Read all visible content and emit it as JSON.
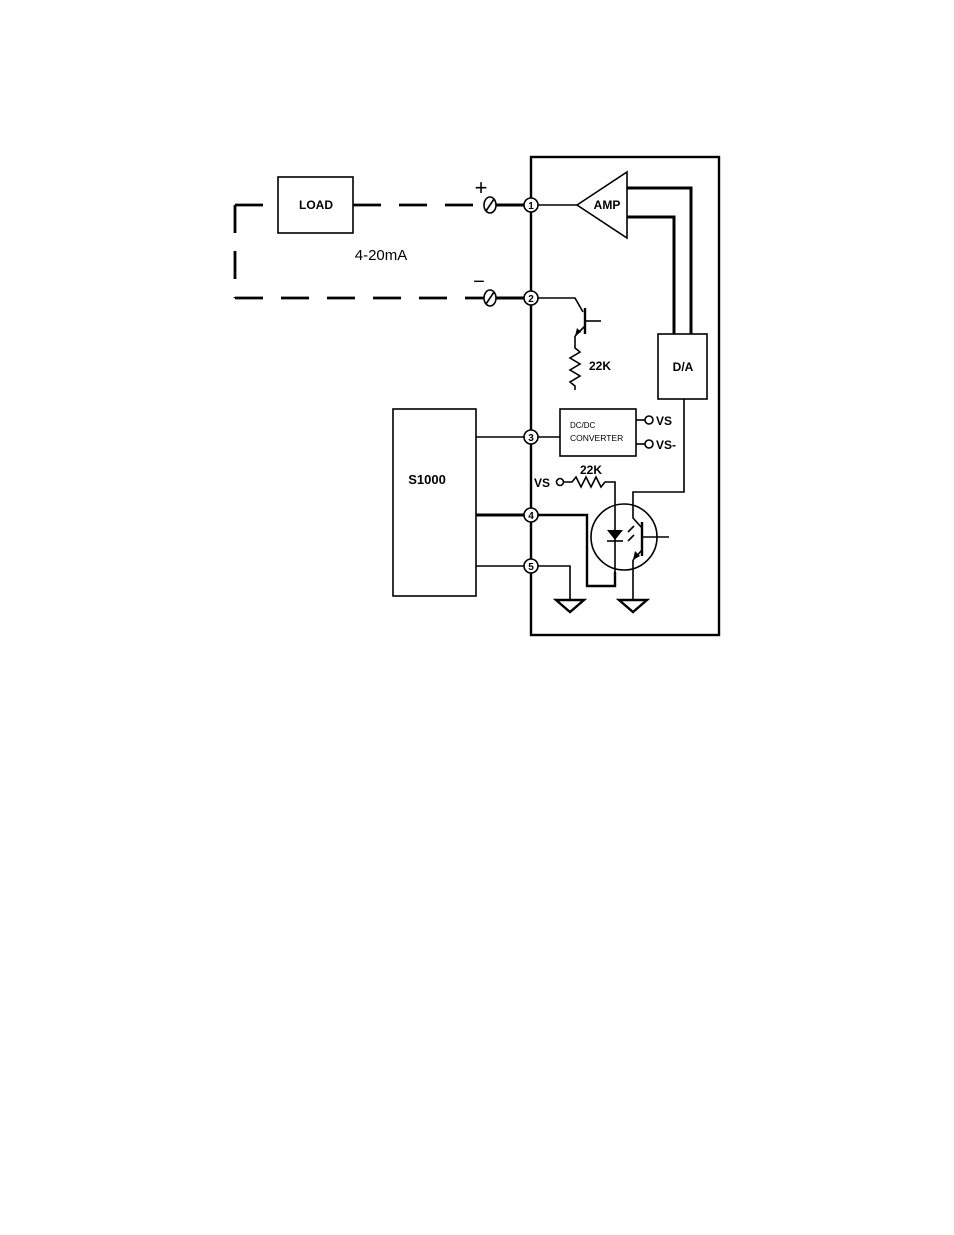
{
  "diagram": {
    "load_label": "LOAD",
    "loop_current_label": "4-20mA",
    "plus_sign": "+",
    "minus_sign": "−",
    "amp_label": "AMP",
    "da_label": "D/A",
    "dcdc_line1": "DC/DC",
    "dcdc_line2": "CONVERTER",
    "vs_plus_label": "VS",
    "vs_minus_label": "VS-",
    "resistor_upper_label": "22K",
    "resistor_lower_label": "22K",
    "vs_input_label": "VS",
    "controller_label": "S1000",
    "terminals": [
      "1",
      "2",
      "3",
      "4",
      "5"
    ],
    "colors": {
      "ink": "#000000",
      "background": "#ffffff"
    }
  }
}
